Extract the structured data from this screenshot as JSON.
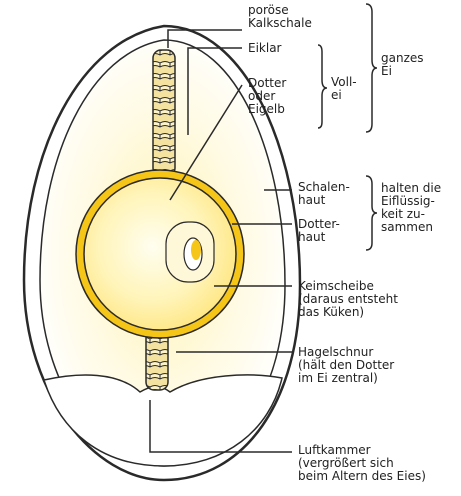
{
  "labels": {
    "kalkschale": "poröse\nKalkschale",
    "eiklar": "Eiklar",
    "dotter": "Dotter\noder\nEigelb",
    "vollei": "Voll-\nei",
    "ganzes_ei": "ganzes\nEi",
    "schalenhaut": "Schalen-\nhaut",
    "dotterhaut": "Dotter-\nhaut",
    "halten": "halten die\nEiflüssig-\nkeit zu-\nsammen",
    "keimscheibe": "Keimscheibe\n(daraus entsteht\ndas Küken)",
    "hagelschnur": "Hagelschnur\n(hält den Dotter\nim Ei zentral)",
    "luftkammer": "Luftkammer\n(vergrößert sich\nbeim Altern des Eies)"
  },
  "colors": {
    "outline": "#2a2a2a",
    "yolk_ring": "#f5c518",
    "yolk_core": "#fff8d0",
    "cord": "#f4e3a0",
    "white_glow": "#fff6c4"
  }
}
